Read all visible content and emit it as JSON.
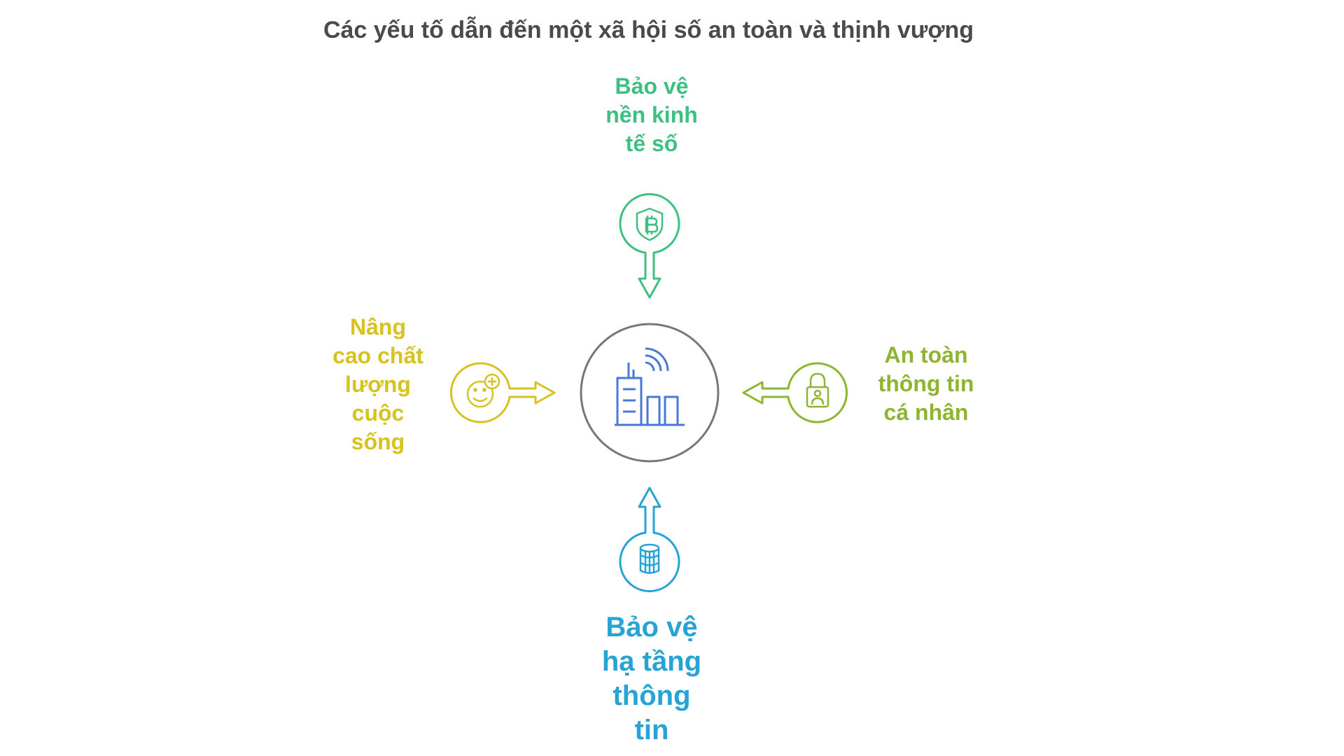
{
  "title": "Các yếu tố dẫn đến một xã hội số an toàn và thịnh vượng",
  "center": {
    "icon": "smart-city-icon",
    "color": "#777777"
  },
  "factors": [
    {
      "id": "top",
      "label": "Bảo vệ\nnền kinh\ntế số",
      "icon": "bitcoin-shield-icon",
      "color": "#3dc081"
    },
    {
      "id": "left",
      "label": "Nâng\ncao chất\nlượng\ncuộc\nsống",
      "icon": "smiley-plus-icon",
      "color": "#d8c21e"
    },
    {
      "id": "right",
      "label": "An toàn\nthông tin\ncá nhân",
      "icon": "user-lock-icon",
      "color": "#8eb52f"
    },
    {
      "id": "bottom",
      "label": "Bảo vệ\nhạ tầng\nthông\ntin",
      "icon": "database-server-icon",
      "color": "#27a3d6"
    }
  ]
}
